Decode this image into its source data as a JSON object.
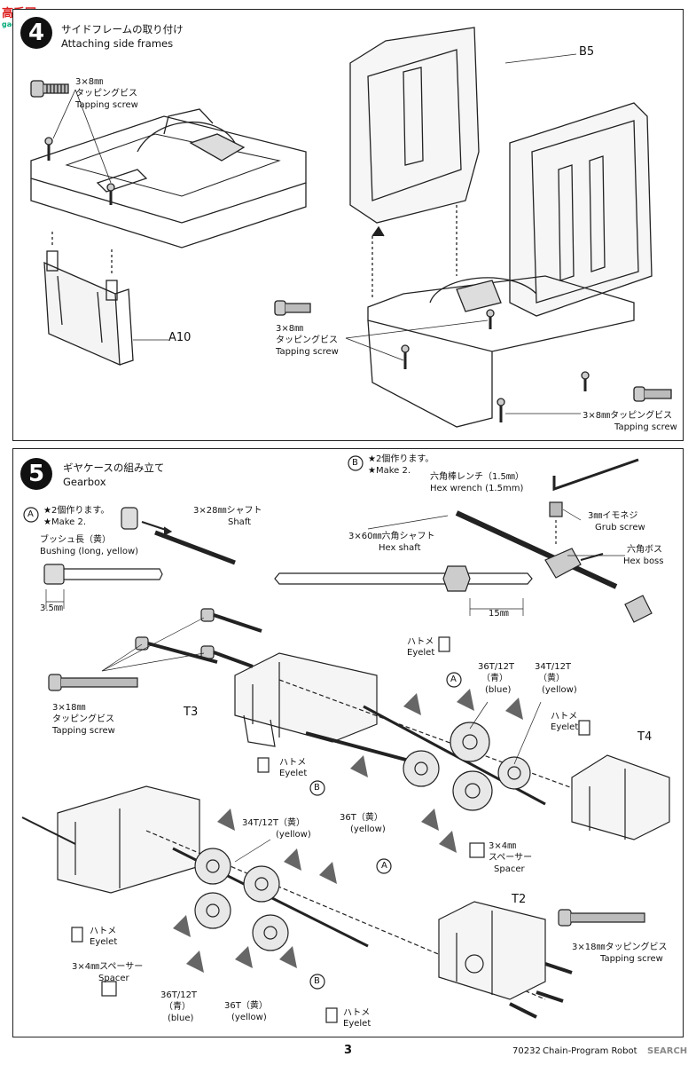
{
  "watermark": {
    "text": "高手网",
    "sub": "gaoshou.com"
  },
  "step4": {
    "number": "4",
    "title_jp": "サイドフレームの取り付け",
    "title_en": "Attaching side frames",
    "screw1": {
      "size": "3×8㎜",
      "jp": "タッピングビス",
      "en": "Tapping screw"
    },
    "screw2": {
      "size": "3×8㎜",
      "jp": "タッピングビス",
      "en": "Tapping screw"
    },
    "screw3": {
      "label": "3×8㎜タッピングビス",
      "en": "Tapping screw"
    },
    "part_a10": "A10",
    "part_b5": "B5"
  },
  "step5": {
    "number": "5",
    "title_jp": "ギヤケースの組み立て",
    "title_en": "Gearbox",
    "subA": {
      "letter": "A",
      "make_jp": "★2個作ります。",
      "make_en": "★Make 2."
    },
    "subB": {
      "letter": "B",
      "make_jp": "★2個作ります。",
      "make_en": "★Make 2."
    },
    "shaft28": {
      "jp": "3×28㎜シャフト",
      "en": "Shaft"
    },
    "bushing": {
      "jp": "ブッシュ長（黄）",
      "en": "Bushing (long, yellow)"
    },
    "dim_35": "3.5㎜",
    "hex_wrench": {
      "jp": "六角棒レンチ（1.5㎜）",
      "en": "Hex wrench (1.5mm)"
    },
    "grub_screw": {
      "jp": "3㎜イモネジ",
      "en": "Grub screw"
    },
    "hex_shaft": {
      "jp": "3×60㎜六角シャフト",
      "en": "Hex shaft"
    },
    "hex_boss": {
      "jp": "六角ボス",
      "en": "Hex boss"
    },
    "dim_15": "15㎜",
    "eyelet_jp": "ハトメ",
    "eyelet_en": "Eyelet",
    "gear_36_12_a": {
      "label": "36T/12T",
      "jp": "（青）",
      "en": "(blue)"
    },
    "gear_34_12_a": {
      "label": "34T/12T",
      "jp": "（黄）",
      "en": "(yellow)"
    },
    "gear_36_a": {
      "label": "36T（黄）",
      "en": "(yellow)"
    },
    "gear_34_12_b": {
      "label": "34T/12T（黄）",
      "en": "(yellow)"
    },
    "gear_36_12_b": {
      "label": "36T/12T",
      "jp": "（青）",
      "en": "(blue)"
    },
    "gear_36_b": {
      "label": "36T（黄）",
      "en": "(yellow)"
    },
    "screw18_left": {
      "size": "3×18㎜",
      "jp": "タッピングビス",
      "en": "Tapping screw"
    },
    "screw18_right": {
      "label": "3×18㎜タッピングビス",
      "en": "Tapping screw"
    },
    "spacer_right": {
      "jp": "3×4㎜",
      "jp2": "スペーサー",
      "en": "Spacer"
    },
    "spacer_left": {
      "jp": "3×4㎜スペーサー",
      "en": "Spacer"
    },
    "part_t2": "T2",
    "part_t3": "T3",
    "part_t4": "T4",
    "ref_a": "A",
    "ref_b": "B"
  },
  "footer": {
    "page": "3",
    "code": "70232",
    "title": "Chain-Program Robot",
    "search": "SEARCH"
  }
}
